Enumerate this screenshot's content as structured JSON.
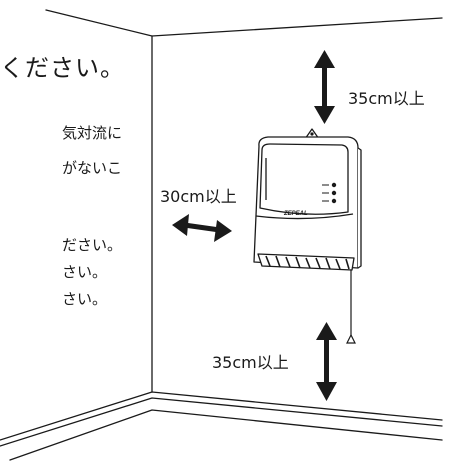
{
  "text_panel": {
    "heading": "ください。",
    "lines": [
      "気対流に",
      "がないこ",
      "ださい。",
      "さい。",
      "さい。"
    ]
  },
  "heater": {
    "brand": "ZEPEAL"
  },
  "clearances": {
    "top_label": "35cm以上",
    "side_label": "30cm以上",
    "bottom_label": "35cm以上"
  },
  "colors": {
    "line": "#1a1a1a",
    "heater_body": "#ffffff"
  }
}
